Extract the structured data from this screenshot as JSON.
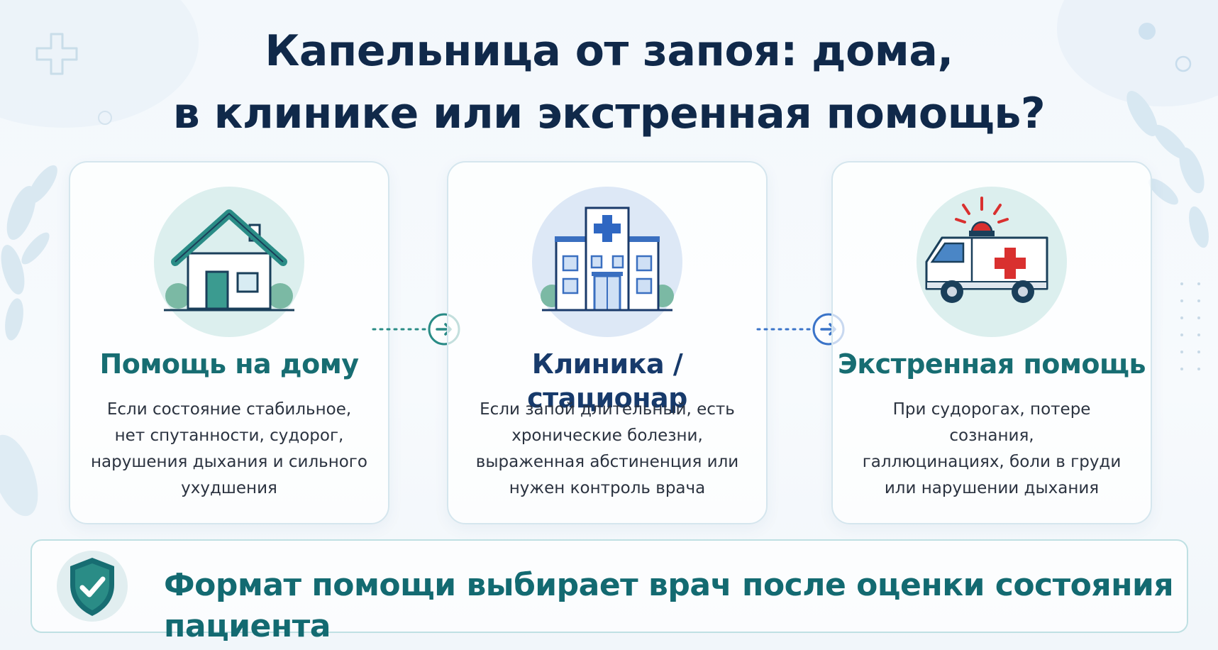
{
  "title": {
    "line1": "Капельница от запоя: дома,",
    "line2": "в клинике или экстренная помощь?"
  },
  "cards": [
    {
      "heading": "Помощь на дому",
      "icon": "house-icon",
      "color": "#176d72",
      "desc": [
        "Если состояние стабильное,",
        "нет спутанности, судорог,",
        "нарушения дыхания и сильного",
        "ухудшения"
      ]
    },
    {
      "heading": "Клиника / стационар",
      "icon": "hospital-icon",
      "color": "#173a6b",
      "desc": [
        "Если запой длительный, есть",
        "хронические болезни,",
        "выраженная абстиненция или",
        "нужен контроль врача"
      ]
    },
    {
      "heading": "Экстренная помощь",
      "icon": "ambulance-icon",
      "color": "#176d72",
      "desc": [
        "При судорогах, потере сознания,",
        "галлюцинациях, боли в груди",
        "или нарушении дыхания"
      ]
    }
  ],
  "connectors": [
    "arrow-right-icon",
    "arrow-right-icon"
  ],
  "banner": {
    "icon": "shield-check-icon",
    "text": "Формат помощи выбирает врач после оценки состояния пациента"
  },
  "colors": {
    "title": "#10294a",
    "teal": "#176d72",
    "navy": "#173a6b",
    "red": "#d9302f",
    "blue": "#3b74c9"
  }
}
